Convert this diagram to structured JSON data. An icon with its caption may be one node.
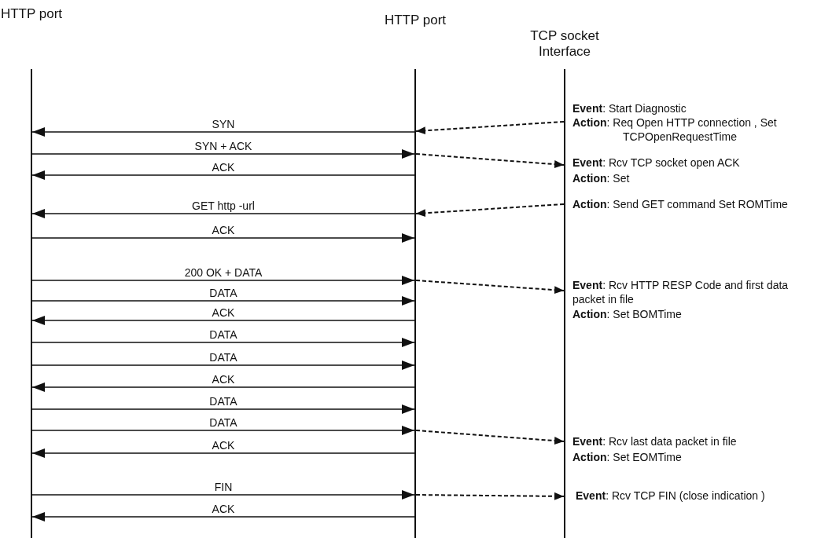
{
  "diagram": {
    "nodes": [
      {
        "text": [
          "HTTP port"
        ]
      },
      {
        "text": [
          "HTTP port"
        ]
      },
      {
        "text": [
          "TCP socket Interface"
        ]
      }
    ],
    "edges": [
      {
        "from": 2,
        "to": 1,
        "arrow": "to",
        "style": "dashed"
      },
      {
        "from": 1,
        "to": 0,
        "arrow": "to",
        "label": "SYN"
      },
      {
        "from": 0,
        "to": 1,
        "arrow": "to",
        "label": "SYN + ACK"
      },
      {
        "from": 1,
        "to": 2,
        "arrow": "to",
        "style": "dashed"
      },
      {
        "from": 1,
        "to": 0,
        "arrow": "to",
        "label": "ACK"
      },
      {
        "from": 2,
        "to": 1,
        "arrow": "to",
        "style": "dashed"
      },
      {
        "from": 1,
        "to": 0,
        "arrow": "to",
        "label": "GET http -url"
      },
      {
        "from": 0,
        "to": 1,
        "arrow": "to",
        "label": "ACK"
      },
      {
        "from": 0,
        "to": 1,
        "arrow": "to",
        "label": "200 OK + DATA"
      },
      {
        "from": 1,
        "to": 2,
        "arrow": "to",
        "style": "dashed"
      },
      {
        "from": 0,
        "to": 1,
        "arrow": "to",
        "label": "DATA"
      },
      {
        "from": 1,
        "to": 0,
        "arrow": "to",
        "label": "ACK"
      },
      {
        "from": 0,
        "to": 1,
        "arrow": "to",
        "label": "DATA"
      },
      {
        "from": 0,
        "to": 1,
        "arrow": "to",
        "label": "DATA"
      },
      {
        "from": 1,
        "to": 0,
        "arrow": "to",
        "label": "ACK"
      },
      {
        "from": 0,
        "to": 1,
        "arrow": "to",
        "label": "DATA"
      },
      {
        "from": 0,
        "to": 1,
        "arrow": "to",
        "label": "DATA"
      },
      {
        "from": 1,
        "to": 2,
        "arrow": "to",
        "style": "dashed"
      },
      {
        "from": 1,
        "to": 0,
        "arrow": "to",
        "label": "ACK"
      },
      {
        "from": 0,
        "to": 1,
        "arrow": "to",
        "label": "FIN"
      },
      {
        "from": 1,
        "to": 2,
        "arrow": "to",
        "style": "dashed"
      },
      {
        "from": 1,
        "to": 0,
        "arrow": "to",
        "label": "ACK"
      }
    ],
    "labels": [
      "**Event**: Start Diagnostic",
      "**Action**: Req Open HTTP connection , Set TCPOpenRequestTime",
      "**Event**: Rcv TCP socket open ACK",
      "**Action**: Set",
      "**Action**: Send GET command Set ROMTime",
      "**Event**: Rcv HTTP RESP Code and first data packet in file",
      "**Action**: Set BOMTime",
      "**Event**: Rcv last data packet in file",
      "**Action**: Set EOMTime",
      "**Event**: Rcv TCP FIN  (close indication )"
    ]
  }
}
